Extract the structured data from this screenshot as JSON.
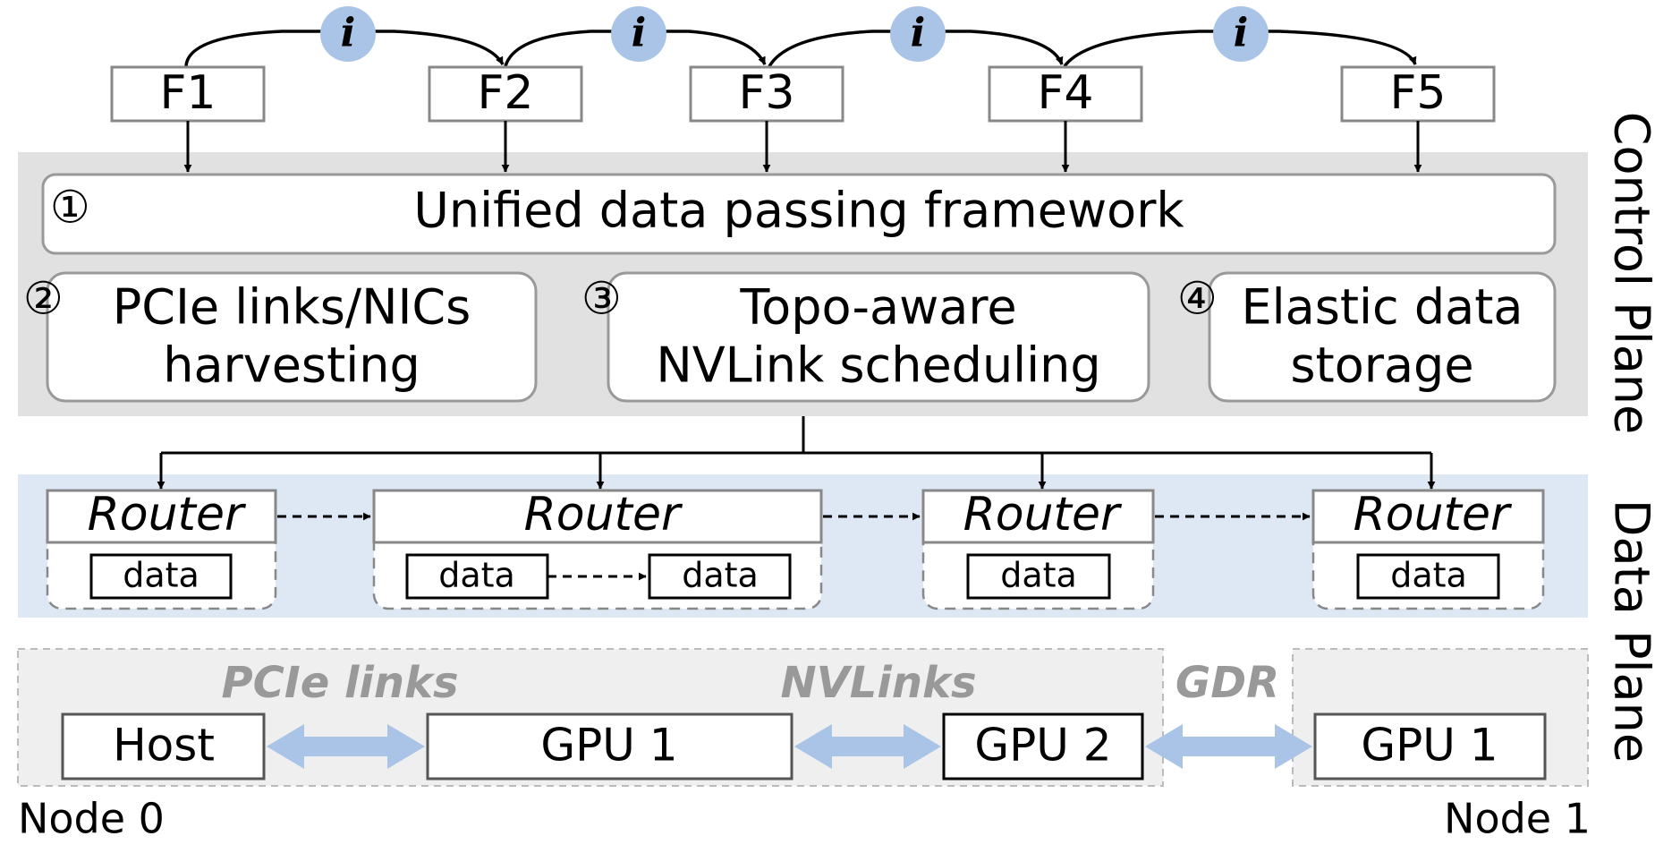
{
  "functions": [
    {
      "label": "F1"
    },
    {
      "label": "F2"
    },
    {
      "label": "F3"
    },
    {
      "label": "F4"
    },
    {
      "label": "F5"
    }
  ],
  "info_badge": "i",
  "control_plane": {
    "label": "Control Plane",
    "unified": {
      "number": "①",
      "label": "Unified data passing framework"
    },
    "pcie": {
      "number": "②",
      "line1": "PCIe links/NICs",
      "line2": "harvesting"
    },
    "topo": {
      "number": "③",
      "line1": "Topo-aware",
      "line2": "NVLink scheduling"
    },
    "elastic": {
      "number": "④",
      "line1": "Elastic data",
      "line2": "storage"
    },
    "colors": {
      "background": "#e1e1e1",
      "box_border": "#999999"
    }
  },
  "data_plane": {
    "label": "Data Plane",
    "router_label": "Router",
    "data_label": "data",
    "colors": {
      "background": "#dde8f4"
    }
  },
  "hardware": {
    "pcie_label": "PCIe links",
    "nvlinks_label": "NVLinks",
    "gdr_label": "GDR",
    "host": "Host",
    "gpu1": "GPU 1",
    "gpu2": "GPU 2",
    "remote_gpu1": "GPU 1",
    "node0": "Node 0",
    "node1": "Node 1",
    "colors": {
      "node_background": "#efefef",
      "link_arrow": "#a9c4e6",
      "link_text": "#999999"
    }
  }
}
